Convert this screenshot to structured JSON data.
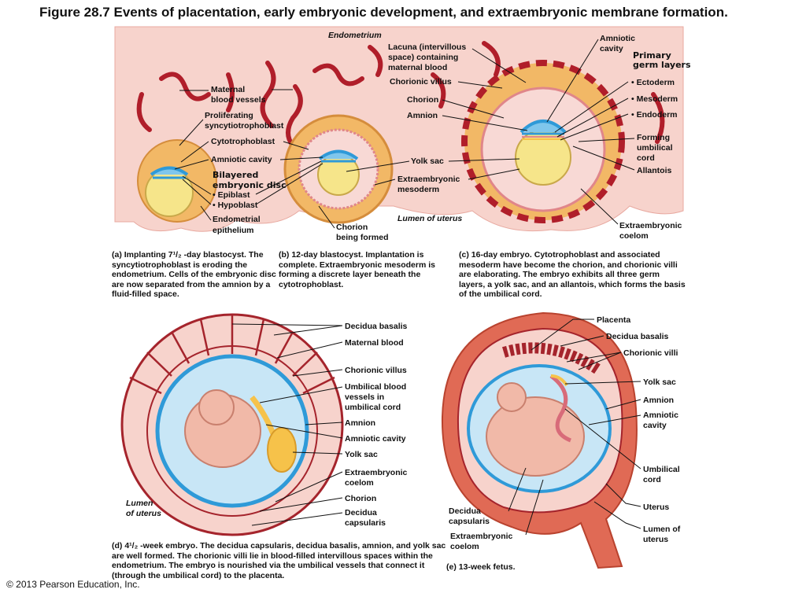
{
  "title": "Figure 28.7 Events of placentation, early embryonic development, and extraembryonic membrane formation.",
  "copyright": "© 2013 Pearson Education, Inc.",
  "colors": {
    "endometrium": "#f7d3cc",
    "trophoblast": "#f2b866",
    "maternal_blood": "#b01e2a",
    "amnion": "#2f9ad8",
    "yolk_sac": "#f6e58a",
    "mesoderm": "#f0a3a8",
    "uterus_wall": "#e06a55"
  },
  "panels": {
    "a": {
      "letter": "(a)",
      "caption_bold": "Implanting 7¹/₂ -day blastocyst.",
      "caption": "The syncytiotrophoblast is eroding the endometrium. Cells of the embryonic disc are now separated from the amnion by a fluid-filled space.",
      "labels": {
        "maternal_vessels_1": "Maternal",
        "maternal_vessels_2": "blood vessels",
        "prolif_1": "Proliferating",
        "prolif_2": "syncytiotrophoblast",
        "cytotroph": "Cytotrophoblast",
        "amniotic_cavity": "Amniotic cavity",
        "bilayer_1": "Bilayered",
        "bilayer_2": "embryonic disc",
        "epiblast": "• Epiblast",
        "hypoblast": "• Hypoblast",
        "endo_epi_1": "Endometrial",
        "endo_epi_2": "epithelium"
      }
    },
    "b": {
      "letter": "(b)",
      "caption_bold": "12-day blastocyst.",
      "caption": "Implantation is complete. Extraembryonic mesoderm is forming a discrete layer beneath the cytotrophoblast.",
      "labels": {
        "endometrium": "Endometrium",
        "lacuna_1": "Lacuna (intervillous",
        "lacuna_2": "space) containing",
        "lacuna_3": "maternal blood",
        "chorionic_villus": "Chorionic villus",
        "chorion": "Chorion",
        "amnion": "Amnion",
        "yolk_sac": "Yolk sac",
        "extra_meso_1": "Extraembryonic",
        "extra_meso_2": "mesoderm",
        "lumen": "Lumen of uterus",
        "chorion_forming_1": "Chorion",
        "chorion_forming_2": "being formed"
      }
    },
    "c": {
      "letter": "(c)",
      "caption_bold": "16-day embryo.",
      "caption": "Cytotrophoblast and associated mesoderm have become the chorion, and chorionic villi are elaborating. The embryo exhibits all three germ layers, a yolk sac, and an allantois, which forms the basis of the umbilical cord.",
      "labels": {
        "amniotic_cavity_1": "Amniotic",
        "amniotic_cavity_2": "cavity",
        "germ_1": "Primary",
        "germ_2": "germ layers",
        "ectoderm": "• Ectoderm",
        "mesoderm": "• Mesoderm",
        "endoderm": "• Endoderm",
        "umb_1": "Forming",
        "umb_2": "umbilical",
        "umb_3": "cord",
        "allantois": "Allantois",
        "coelom_1": "Extraembryonic",
        "coelom_2": "coelom"
      }
    },
    "d": {
      "letter": "(d)",
      "caption_bold": "4¹/₂ -week embryo.",
      "caption": "The decidua capsularis, decidua basalis, amnion, and yolk sac are well formed. The chorionic villi lie in blood-filled intervillous spaces within the endometrium. The embryo is nourished via the umbilical vessels that connect it (through the umbilical cord) to the placenta.",
      "labels": {
        "decidua_basalis": "Decidua basalis",
        "maternal_blood": "Maternal blood",
        "chorionic_villus": "Chorionic villus",
        "umb_1": "Umbilical blood",
        "umb_2": "vessels in",
        "umb_3": "umbilical cord",
        "amnion": "Amnion",
        "amniotic_cavity": "Amniotic cavity",
        "yolk_sac": "Yolk sac",
        "coelom_1": "Extraembryonic",
        "coelom_2": "coelom",
        "chorion": "Chorion",
        "capsularis_1": "Decidua",
        "capsularis_2": "capsularis",
        "lumen_1": "Lumen",
        "lumen_2": "of uterus"
      }
    },
    "e": {
      "letter": "(e)",
      "caption_bold": "13-week fetus.",
      "labels": {
        "placenta": "Placenta",
        "decidua_basalis": "Decidua basalis",
        "chorionic_villi": "Chorionic villi",
        "yolk_sac": "Yolk sac",
        "amnion": "Amnion",
        "amniotic_cavity_1": "Amniotic",
        "amniotic_cavity_2": "cavity",
        "umb_1": "Umbilical",
        "umb_2": "cord",
        "uterus": "Uterus",
        "lumen_1": "Lumen of",
        "lumen_2": "uterus",
        "capsularis_1": "Decidua",
        "capsularis_2": "capsularis",
        "coelom_1": "Extraembryonic",
        "coelom_2": "coelom"
      }
    }
  }
}
